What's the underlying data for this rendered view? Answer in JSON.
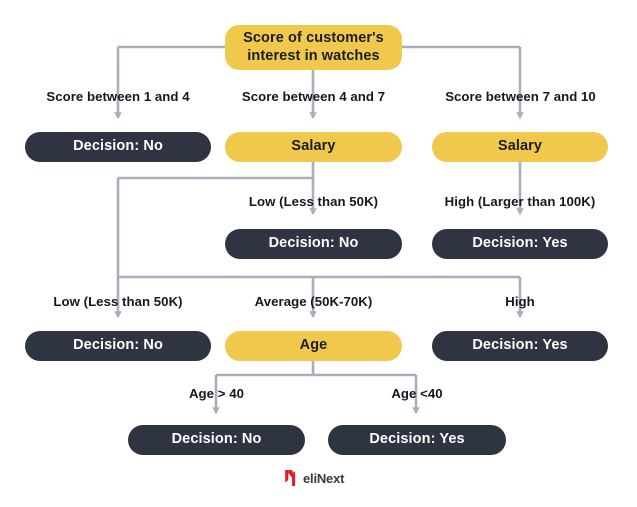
{
  "diagram": {
    "title": "Score of customer's interest in watches",
    "type": "decision-tree",
    "palette": {
      "yellow": "#f0c94c",
      "dark": "#2e3442",
      "wire": "#a7b0ba",
      "text_dark": "#15181f",
      "text_light": "#ffffff",
      "background": "#ffffff",
      "logo_red": "#e8192c"
    },
    "nodes": {
      "root": "Score of customer's interest in watches",
      "l1_left": "Decision: No",
      "l1_mid": "Salary",
      "l1_right": "Salary",
      "l2_mid": "Decision: No",
      "l2_right": "Decision: Yes",
      "l3_left": "Decision: No",
      "l3_mid": "Age",
      "l3_right": "Decision: Yes",
      "l4_left": "Decision: No",
      "l4_right": "Decision: Yes"
    },
    "edge_labels": {
      "root_to_left": "Score between 1 and 4",
      "root_to_mid": "Score between 4 and 7",
      "root_to_right": "Score between 7 and 10",
      "salary_mid_low": "Low (Less than 50K)",
      "salary_right_high": "High (Larger than 100K)",
      "salary2_low": "Low (Less than 50K)",
      "salary2_average": "Average (50K-70K)",
      "salary2_high": "High",
      "age_gt40": "Age > 40",
      "age_lt40": "Age <40"
    }
  },
  "logo": {
    "wordmark": "eliNext",
    "mark_name": "elinext-n-mark"
  }
}
